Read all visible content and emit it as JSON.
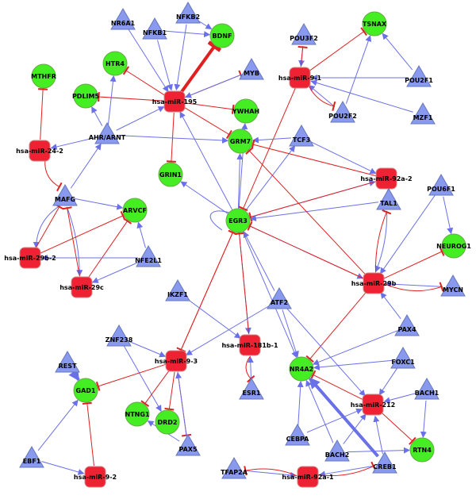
{
  "colors": {
    "mirna": "#ee2233",
    "gene": "#44ee22",
    "tf": "#8899ee",
    "activation": "#6a70e8",
    "inhibition": "#e02020"
  },
  "nodes": [
    {
      "id": "NR6A1",
      "label": "NR6A1",
      "type": "tf"
    },
    {
      "id": "NFKB1",
      "label": "NFKB1",
      "type": "tf"
    },
    {
      "id": "NFKB2",
      "label": "NFKB2",
      "type": "tf"
    },
    {
      "id": "BDNF",
      "label": "BDNF",
      "type": "gene"
    },
    {
      "id": "HTR4",
      "label": "HTR4",
      "type": "gene"
    },
    {
      "id": "MTHFR",
      "label": "MTHFR",
      "type": "gene"
    },
    {
      "id": "PDLIM5",
      "label": "PDLIM5",
      "type": "gene"
    },
    {
      "id": "miR195",
      "label": "hsa-miR-195",
      "type": "mirna"
    },
    {
      "id": "MYB",
      "label": "MYB",
      "type": "tf"
    },
    {
      "id": "YWHAH",
      "label": "YWHAH",
      "type": "gene"
    },
    {
      "id": "miR242",
      "label": "hsa-miR-24-2",
      "type": "mirna"
    },
    {
      "id": "AHR",
      "label": "AHR/ARNT",
      "type": "tf"
    },
    {
      "id": "GRM7",
      "label": "GRM7",
      "type": "gene"
    },
    {
      "id": "GRIN1",
      "label": "GRIN1",
      "type": "gene"
    },
    {
      "id": "POU3F2",
      "label": "POU3F2",
      "type": "tf"
    },
    {
      "id": "TSNAX",
      "label": "TSNAX",
      "type": "gene"
    },
    {
      "id": "miR91",
      "label": "hsa-miR-9-1",
      "type": "mirna"
    },
    {
      "id": "POU2F1",
      "label": "POU2F1",
      "type": "tf"
    },
    {
      "id": "POU2F2",
      "label": "POU2F2",
      "type": "tf"
    },
    {
      "id": "MZF1",
      "label": "MZF1",
      "type": "tf"
    },
    {
      "id": "TCF3",
      "label": "TCF3",
      "type": "tf"
    },
    {
      "id": "miR92a2",
      "label": "hsa-miR-92a-2",
      "type": "mirna"
    },
    {
      "id": "MAFG",
      "label": "MAFG",
      "type": "tf"
    },
    {
      "id": "ARVCF",
      "label": "ARVCF",
      "type": "gene"
    },
    {
      "id": "EGR3",
      "label": "EGR3",
      "type": "gene"
    },
    {
      "id": "POU6F1",
      "label": "POU6F1",
      "type": "tf"
    },
    {
      "id": "TAL1",
      "label": "TAL1",
      "type": "tf"
    },
    {
      "id": "NEUROG1",
      "label": "NEUROG1",
      "type": "gene"
    },
    {
      "id": "miR29b2",
      "label": "hsa-miR-29b-2",
      "type": "mirna"
    },
    {
      "id": "NFE2L1",
      "label": "NFE2L1",
      "type": "tf"
    },
    {
      "id": "miR29c",
      "label": "hsa-miR-29c",
      "type": "mirna"
    },
    {
      "id": "miR29b",
      "label": "hsa-miR-29b",
      "type": "mirna"
    },
    {
      "id": "MYCN",
      "label": "MYCN",
      "type": "tf"
    },
    {
      "id": "IKZF1",
      "label": "IKZF1",
      "type": "tf"
    },
    {
      "id": "ATF2",
      "label": "ATF2",
      "type": "tf"
    },
    {
      "id": "miR181b1",
      "label": "hsa-miR-181b-1",
      "type": "mirna"
    },
    {
      "id": "PAX4",
      "label": "PAX4",
      "type": "tf"
    },
    {
      "id": "ZNF238",
      "label": "ZNF238",
      "type": "tf"
    },
    {
      "id": "miR93",
      "label": "hsa-miR-9-3",
      "type": "mirna"
    },
    {
      "id": "REST",
      "label": "REST",
      "type": "tf"
    },
    {
      "id": "FOXC1",
      "label": "FOXC1",
      "type": "tf"
    },
    {
      "id": "NR4A2",
      "label": "NR4A2",
      "type": "gene"
    },
    {
      "id": "BACH1",
      "label": "BACH1",
      "type": "tf"
    },
    {
      "id": "ESR1",
      "label": "ESR1",
      "type": "tf"
    },
    {
      "id": "GAD1",
      "label": "GAD1",
      "type": "gene"
    },
    {
      "id": "miR212",
      "label": "hsa-miR-212",
      "type": "mirna"
    },
    {
      "id": "NTNG1",
      "label": "NTNG1",
      "type": "gene"
    },
    {
      "id": "DRD2",
      "label": "DRD2",
      "type": "gene"
    },
    {
      "id": "CEBPA",
      "label": "CEBPA",
      "type": "tf"
    },
    {
      "id": "PAX5",
      "label": "PAX5",
      "type": "tf"
    },
    {
      "id": "RTN4",
      "label": "RTN4",
      "type": "gene"
    },
    {
      "id": "BACH2",
      "label": "BACH2",
      "type": "tf"
    },
    {
      "id": "EBF1",
      "label": "EBF1",
      "type": "tf"
    },
    {
      "id": "TFAP2A",
      "label": "TFAP2A",
      "type": "tf"
    },
    {
      "id": "CREB1",
      "label": "CREB1",
      "type": "tf"
    },
    {
      "id": "miR92",
      "label": "hsa-miR-9-2",
      "type": "mirna"
    },
    {
      "id": "miR92a1",
      "label": "hsa-miR-92a-1",
      "type": "mirna"
    }
  ],
  "edges": [
    {
      "from": "NR6A1",
      "to": "miR195",
      "kind": "activation"
    },
    {
      "from": "NFKB1",
      "to": "miR195",
      "kind": "activation"
    },
    {
      "from": "NFKB2",
      "to": "miR195",
      "kind": "activation"
    },
    {
      "from": "NFKB2",
      "to": "BDNF",
      "kind": "activation"
    },
    {
      "from": "NFKB1",
      "to": "BDNF",
      "kind": "activation"
    },
    {
      "from": "miR195",
      "to": "BDNF",
      "kind": "inhibition",
      "weight": "strong"
    },
    {
      "from": "miR195",
      "to": "HTR4",
      "kind": "inhibition"
    },
    {
      "from": "miR195",
      "to": "PDLIM5",
      "kind": "inhibition"
    },
    {
      "from": "miR195",
      "to": "YWHAH",
      "kind": "inhibition"
    },
    {
      "from": "miR195",
      "to": "GRM7",
      "kind": "inhibition"
    },
    {
      "from": "miR195",
      "to": "GRIN1",
      "kind": "inhibition"
    },
    {
      "from": "miR195",
      "to": "MYB",
      "kind": "inhibition"
    },
    {
      "from": "MYB",
      "to": "miR195",
      "kind": "activation"
    },
    {
      "from": "AHR",
      "to": "miR195",
      "kind": "activation"
    },
    {
      "from": "AHR",
      "to": "HTR4",
      "kind": "activation"
    },
    {
      "from": "AHR",
      "to": "PDLIM5",
      "kind": "activation"
    },
    {
      "from": "AHR",
      "to": "GRM7",
      "kind": "activation"
    },
    {
      "from": "AHR",
      "to": "miR242",
      "kind": "activation"
    },
    {
      "from": "miR242",
      "to": "MTHFR",
      "kind": "inhibition"
    },
    {
      "from": "miR242",
      "to": "MAFG",
      "kind": "inhibition",
      "curve": 12
    },
    {
      "from": "MAFG",
      "to": "AHR",
      "kind": "activation"
    },
    {
      "from": "MAFG",
      "to": "ARVCF",
      "kind": "activation"
    },
    {
      "from": "MAFG",
      "to": "miR29b2",
      "kind": "activation",
      "curve": 16
    },
    {
      "from": "miR29b2",
      "to": "MAFG",
      "kind": "inhibition"
    },
    {
      "from": "MAFG",
      "to": "miR29c",
      "kind": "activation",
      "curve": -8
    },
    {
      "from": "miR29c",
      "to": "MAFG",
      "kind": "inhibition"
    },
    {
      "from": "miR29b2",
      "to": "ARVCF",
      "kind": "inhibition"
    },
    {
      "from": "miR29c",
      "to": "ARVCF",
      "kind": "inhibition"
    },
    {
      "from": "NFE2L1",
      "to": "ARVCF",
      "kind": "activation"
    },
    {
      "from": "NFE2L1",
      "to": "miR29b2",
      "kind": "activation"
    },
    {
      "from": "NFE2L1",
      "to": "miR29c",
      "kind": "activation"
    },
    {
      "from": "EGR3",
      "to": "miR195",
      "kind": "activation"
    },
    {
      "from": "EGR3",
      "to": "GRM7",
      "kind": "activation"
    },
    {
      "from": "EGR3",
      "to": "GRIN1",
      "kind": "activation"
    },
    {
      "from": "EGR3",
      "to": "YWHAH",
      "kind": "activation"
    },
    {
      "from": "EGR3",
      "to": "miR92a2",
      "kind": "activation"
    },
    {
      "from": "EGR3",
      "to": "TCF3",
      "kind": "activation"
    },
    {
      "from": "EGR3",
      "to": "miR29b",
      "kind": "activation"
    },
    {
      "from": "EGR3",
      "to": "miR181b1",
      "kind": "activation"
    },
    {
      "from": "EGR3",
      "to": "NR4A2",
      "kind": "activation"
    },
    {
      "from": "EGR3",
      "to": "miR93",
      "kind": "inhibition",
      "rev": true
    },
    {
      "from": "miR93",
      "to": "EGR3",
      "kind": "inhibition"
    },
    {
      "from": "miR91",
      "to": "EGR3",
      "kind": "inhibition"
    },
    {
      "from": "miR92a2",
      "to": "EGR3",
      "kind": "inhibition"
    },
    {
      "from": "miR29b",
      "to": "EGR3",
      "kind": "inhibition"
    },
    {
      "from": "miR181b1",
      "to": "EGR3",
      "kind": "inhibition"
    },
    {
      "from": "POU3F2",
      "to": "miR91",
      "kind": "activation"
    },
    {
      "from": "miR91",
      "to": "POU3F2",
      "kind": "inhibition"
    },
    {
      "from": "miR91",
      "to": "TSNAX",
      "kind": "inhibition"
    },
    {
      "from": "POU2F1",
      "to": "TSNAX",
      "kind": "activation"
    },
    {
      "from": "POU2F1",
      "to": "miR91",
      "kind": "activation"
    },
    {
      "from": "POU2F2",
      "to": "miR91",
      "kind": "activation"
    },
    {
      "from": "miR91",
      "to": "POU2F2",
      "kind": "inhibition",
      "curve": 10
    },
    {
      "from": "POU2F2",
      "to": "TSNAX",
      "kind": "activation"
    },
    {
      "from": "MZF1",
      "to": "miR91",
      "kind": "activation"
    },
    {
      "from": "TCF3",
      "to": "GRM7",
      "kind": "activation"
    },
    {
      "from": "TCF3",
      "to": "miR92a2",
      "kind": "activation"
    },
    {
      "from": "miR92a2",
      "to": "GRM7",
      "kind": "inhibition"
    },
    {
      "from": "TAL1",
      "to": "miR92a2",
      "kind": "activation"
    },
    {
      "from": "TAL1",
      "to": "EGR3",
      "kind": "activation"
    },
    {
      "from": "TAL1",
      "to": "miR29b",
      "kind": "activation",
      "curve": -8
    },
    {
      "from": "miR29b",
      "to": "TAL1",
      "kind": "inhibition",
      "curve": -8
    },
    {
      "from": "POU6F1",
      "to": "NEUROG1",
      "kind": "activation"
    },
    {
      "from": "POU6F1",
      "to": "miR29b",
      "kind": "activation"
    },
    {
      "from": "miR29b",
      "to": "NEUROG1",
      "kind": "inhibition"
    },
    {
      "from": "miR29b",
      "to": "GRM7",
      "kind": "inhibition"
    },
    {
      "from": "MYCN",
      "to": "miR29b",
      "kind": "activation"
    },
    {
      "from": "miR29b",
      "to": "MYCN",
      "kind": "inhibition",
      "curve": 14
    },
    {
      "from": "miR29b",
      "to": "NR4A2",
      "kind": "inhibition"
    },
    {
      "from": "PAX4",
      "to": "miR29b",
      "kind": "activation"
    },
    {
      "from": "PAX4",
      "to": "NR4A2",
      "kind": "activation"
    },
    {
      "from": "IKZF1",
      "to": "miR181b1",
      "kind": "activation"
    },
    {
      "from": "ATF2",
      "to": "EGR3",
      "kind": "activation"
    },
    {
      "from": "ATF2",
      "to": "miR93",
      "kind": "activation"
    },
    {
      "from": "ATF2",
      "to": "NR4A2",
      "kind": "activation"
    },
    {
      "from": "ATF2",
      "to": "miR212",
      "kind": "activation"
    },
    {
      "from": "ESR1",
      "to": "miR181b1",
      "kind": "activation"
    },
    {
      "from": "miR181b1",
      "to": "ESR1",
      "kind": "inhibition",
      "curve": 12
    },
    {
      "from": "ZNF238",
      "to": "miR93",
      "kind": "activation"
    },
    {
      "from": "ZNF238",
      "to": "DRD2",
      "kind": "activation"
    },
    {
      "from": "miR93",
      "to": "GAD1",
      "kind": "inhibition"
    },
    {
      "from": "miR93",
      "to": "NTNG1",
      "kind": "inhibition"
    },
    {
      "from": "miR93",
      "to": "DRD2",
      "kind": "inhibition"
    },
    {
      "from": "miR93",
      "to": "PAX5",
      "kind": "inhibition"
    },
    {
      "from": "PAX5",
      "to": "miR93",
      "kind": "activation"
    },
    {
      "from": "PAX5",
      "to": "NTNG1",
      "kind": "activation"
    },
    {
      "from": "REST",
      "to": "GAD1",
      "kind": "activation",
      "weight": "strong"
    },
    {
      "from": "EBF1",
      "to": "GAD1",
      "kind": "activation"
    },
    {
      "from": "EBF1",
      "to": "miR92",
      "kind": "activation"
    },
    {
      "from": "miR92",
      "to": "GAD1",
      "kind": "inhibition"
    },
    {
      "from": "FOXC1",
      "to": "NR4A2",
      "kind": "activation"
    },
    {
      "from": "FOXC1",
      "to": "miR212",
      "kind": "activation"
    },
    {
      "from": "miR212",
      "to": "NR4A2",
      "kind": "inhibition"
    },
    {
      "from": "miR212",
      "to": "RTN4",
      "kind": "inhibition"
    },
    {
      "from": "BACH1",
      "to": "miR212",
      "kind": "activation"
    },
    {
      "from": "BACH1",
      "to": "RTN4",
      "kind": "activation"
    },
    {
      "from": "CEBPA",
      "to": "NR4A2",
      "kind": "activation"
    },
    {
      "from": "CEBPA",
      "to": "miR212",
      "kind": "activation"
    },
    {
      "from": "BACH2",
      "to": "NR4A2",
      "kind": "activation"
    },
    {
      "from": "BACH2",
      "to": "miR212",
      "kind": "activation"
    },
    {
      "from": "BACH2",
      "to": "RTN4",
      "kind": "activation"
    },
    {
      "from": "CREB1",
      "to": "NR4A2",
      "kind": "activation",
      "weight": "strong"
    },
    {
      "from": "CREB1",
      "to": "miR212",
      "kind": "activation"
    },
    {
      "from": "CREB1",
      "to": "miR92a1",
      "kind": "activation"
    },
    {
      "from": "miR92a1",
      "to": "CREB1",
      "kind": "inhibition",
      "curve": 10
    },
    {
      "from": "TFAP2A",
      "to": "miR92a1",
      "kind": "activation"
    },
    {
      "from": "miR92a1",
      "to": "TFAP2A",
      "kind": "inhibition",
      "curve": 10
    }
  ]
}
